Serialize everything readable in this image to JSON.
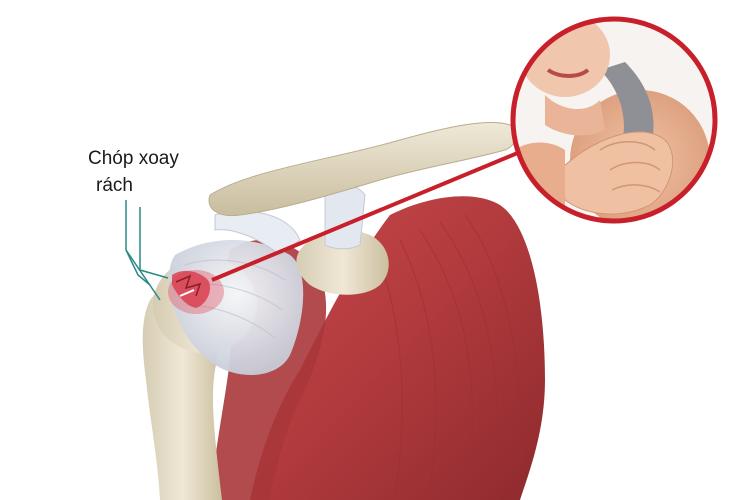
{
  "annotation": {
    "line1": "Chóp xoay",
    "line2": "rách"
  },
  "colors": {
    "callout_ring": "#c8202a",
    "callout_line": "#c8202a",
    "leader_line": "#2a8a86",
    "muscle": "#b03a3d",
    "bone": "#e8e0cc",
    "tendon": "#eef1f6",
    "tear": "#e24050"
  },
  "icons": {
    "anatomy": "shoulder-anatomy-illustration",
    "photo": "woman-holding-shoulder-photo"
  }
}
